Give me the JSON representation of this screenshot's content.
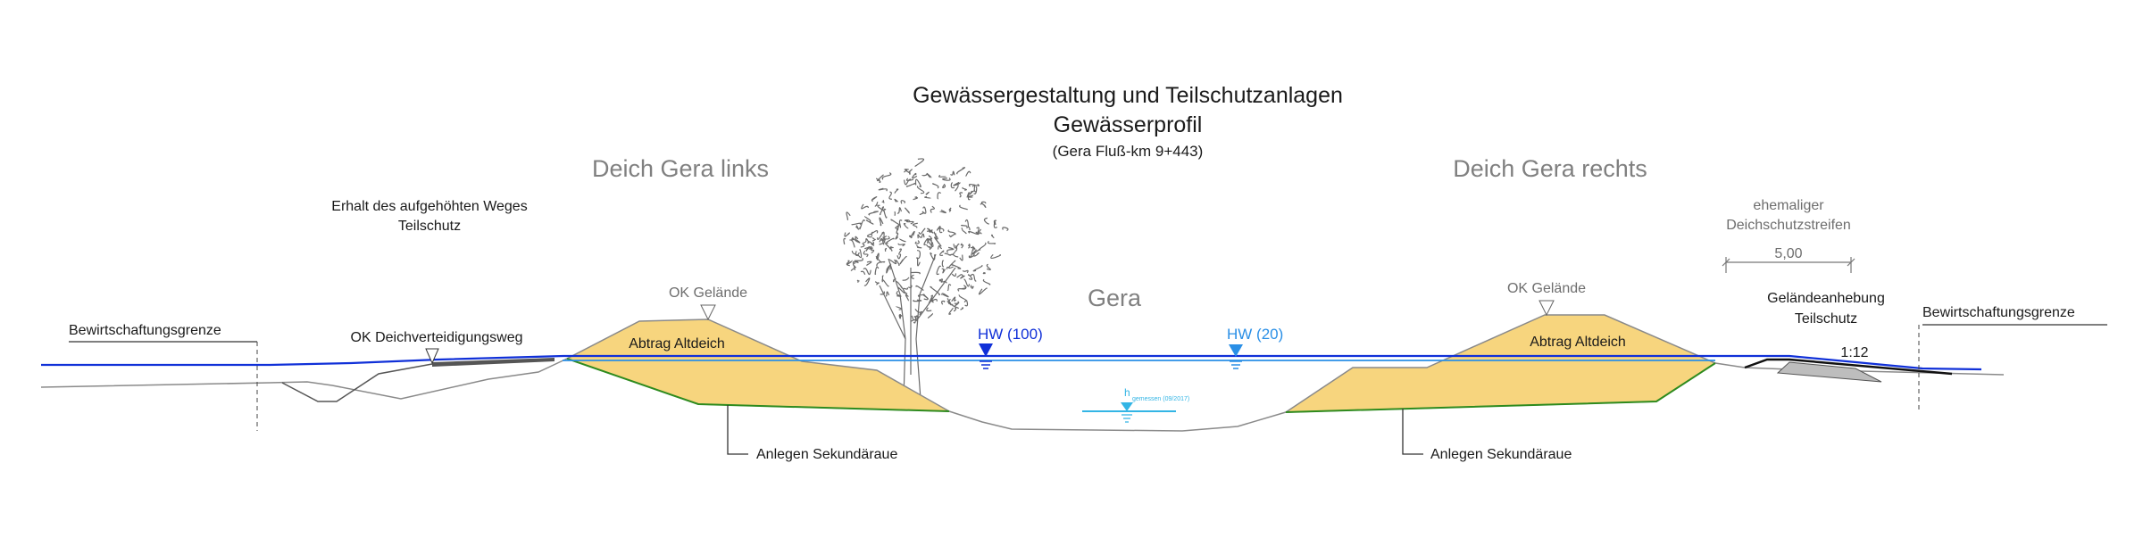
{
  "title": {
    "line1": "Gewässergestaltung und Teilschutzanlagen",
    "line2": "Gewässerprofil",
    "line3": "(Gera Fluß-km 9+443)"
  },
  "sections": {
    "left": "Deich Gera links",
    "river": "Gera",
    "right": "Deich Gera rechts"
  },
  "labels": {
    "erhalt_line1": "Erhalt des aufgehöhten Weges",
    "erhalt_line2": "Teilschutz",
    "bewirtschaftung_left": "Bewirtschaftungsgrenze",
    "bewirtschaftung_right": "Bewirtschaftungsgrenze",
    "ok_deichweg": "OK Deichverteidigungsweg",
    "ok_gelaende_left": "OK Gelände",
    "ok_gelaende_right": "OK Gelände",
    "abtrag_left": "Abtrag Altdeich",
    "abtrag_right": "Abtrag Altdeich",
    "anlegen_left": "Anlegen Sekundäraue",
    "anlegen_right": "Anlegen Sekundäraue",
    "hw100": "HW (100)",
    "hw20": "HW (20)",
    "h": "h",
    "h_sub": "gemessen (09/2017)",
    "ehemaliger_line1": "ehemaliger",
    "ehemaliger_line2": "Deichschutzstreifen",
    "dimension": "5,00",
    "gelaendeanhebung_line1": "Geländeanhebung",
    "gelaendeanhebung_line2": "Teilschutz",
    "slope": "1:12"
  },
  "colors": {
    "hw100": "#1030d8",
    "hw20": "#2a8fe6",
    "measured": "#33b5e5",
    "fill_dike": "#f7d57e",
    "green": "#2e8b1e",
    "ground": "#8a8a8a"
  }
}
